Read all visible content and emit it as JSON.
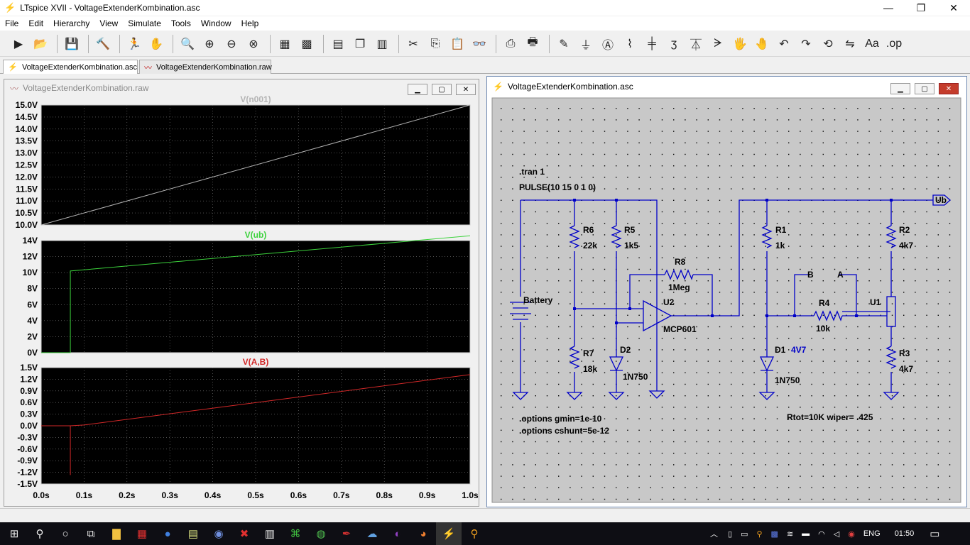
{
  "app": {
    "title": "LTspice XVII - VoltageExtenderKombination.asc",
    "min": "—",
    "max": "❐",
    "close": "✕"
  },
  "menu": [
    "File",
    "Edit",
    "Hierarchy",
    "View",
    "Simulate",
    "Tools",
    "Window",
    "Help"
  ],
  "tabs": [
    {
      "label": "VoltageExtenderKombination.asc",
      "icon": "schematic-icon"
    },
    {
      "label": "VoltageExtenderKombination.raw",
      "icon": "waveform-icon"
    }
  ],
  "wave": {
    "title": "VoltageExtenderKombination.raw",
    "colors": {
      "n001": "#b4b4b4",
      "ub": "#3cd23c",
      "ab": "#d22828"
    },
    "panes": [
      {
        "trace": "V(n001)",
        "labelColor": "#b4b4b4",
        "ticks": [
          "15.0V",
          "14.5V",
          "14.0V",
          "13.5V",
          "13.0V",
          "12.5V",
          "12.0V",
          "11.5V",
          "11.0V",
          "10.5V",
          "10.0V"
        ]
      },
      {
        "trace": "V(ub)",
        "labelColor": "#3cd23c",
        "ticks": [
          "14V",
          "12V",
          "10V",
          "8V",
          "6V",
          "4V",
          "2V",
          "0V"
        ]
      },
      {
        "trace": "V(A,B)",
        "labelColor": "#d22828",
        "ticks": [
          "1.5V",
          "1.2V",
          "0.9V",
          "0.6V",
          "0.3V",
          "0.0V",
          "-0.3V",
          "-0.6V",
          "-0.9V",
          "-1.2V",
          "-1.5V"
        ]
      }
    ],
    "xticks": [
      "0.0s",
      "0.1s",
      "0.2s",
      "0.3s",
      "0.4s",
      "0.5s",
      "0.6s",
      "0.7s",
      "0.8s",
      "0.9s",
      "1.0s"
    ]
  },
  "sch": {
    "title": "VoltageExtenderKombination.asc",
    "tran": ".tran 1",
    "pulse": "PULSE(10 15 0 1 0)",
    "battery": "Battery",
    "opt1": ".options gmin=1e-10",
    "opt2": ".options cshunt=5e-12",
    "rtot": "Rtot=10K wiper= .425",
    "ub": "Ub",
    "parts": {
      "r6": "R6",
      "r6v": "22k",
      "r5": "R5",
      "r5v": "1k5",
      "r8": "R8",
      "r8v": "1Meg",
      "u2": "U2",
      "u2v": "MCP601",
      "r7": "R7",
      "r7v": "18k",
      "d2": "D2",
      "d2v": "1N750",
      "r1": "R1",
      "r1v": "1k",
      "b": "B",
      "a": "A",
      "r4": "R4",
      "r4v": "10k",
      "d1": "D1",
      "d1z": "4V7",
      "d1v": "1N750",
      "r2": "R2",
      "r2v": "4k7",
      "u1": "U1",
      "r3": "R3",
      "r3v": "4k7"
    }
  },
  "tray": {
    "lang": "ENG",
    "time": "01:50"
  }
}
